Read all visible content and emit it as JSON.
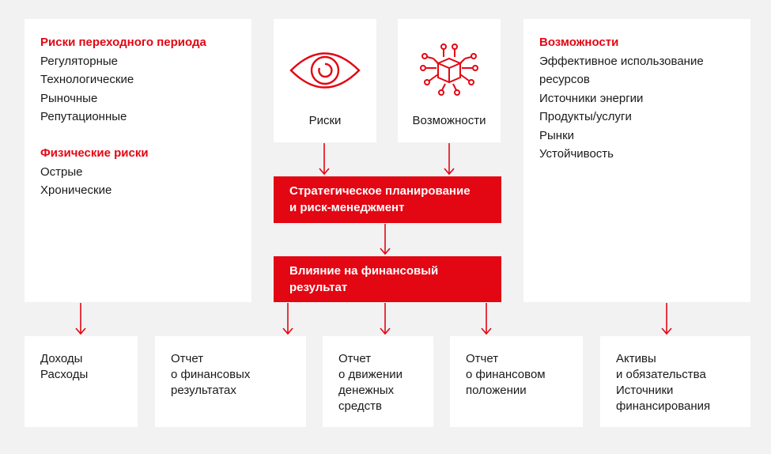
{
  "left_panel": {
    "transition_heading": "Риски переходного периода",
    "transition_items": [
      "Регуляторные",
      "Технологические",
      "Рыночные",
      "Репутационные"
    ],
    "physical_heading": "Физические риски",
    "physical_items": [
      "Острые",
      "Хронические"
    ]
  },
  "risks_card": {
    "label": "Риски",
    "icon": "eye-icon"
  },
  "opportunities_card": {
    "label": "Возможности",
    "icon": "box-network-icon"
  },
  "right_panel": {
    "heading": "Возможности",
    "items": [
      "Эффективное использование",
      "ресурсов",
      "Источники энергии",
      "Продукты/услуги",
      "Рынки",
      "Устойчивость"
    ]
  },
  "strategy_box": {
    "line1": "Стратегическое планирование",
    "line2": "и риск-менеджмент"
  },
  "impact_box": {
    "line1": "Влияние на финансовый",
    "line2": "результат"
  },
  "bottom": [
    {
      "lines": [
        "Доходы",
        "Расходы"
      ]
    },
    {
      "lines": [
        "Отчет",
        "о финансовых",
        "результатах"
      ]
    },
    {
      "lines": [
        "Отчет",
        "о движении",
        "денежных",
        "средств"
      ]
    },
    {
      "lines": [
        "Отчет",
        "о финансовом",
        "положении"
      ]
    },
    {
      "lines": [
        "Активы",
        "и обязательства",
        "Источники",
        "финансирования"
      ]
    }
  ],
  "colors": {
    "accent": "#e30613",
    "background": "#f2f2f2",
    "card": "#ffffff"
  }
}
